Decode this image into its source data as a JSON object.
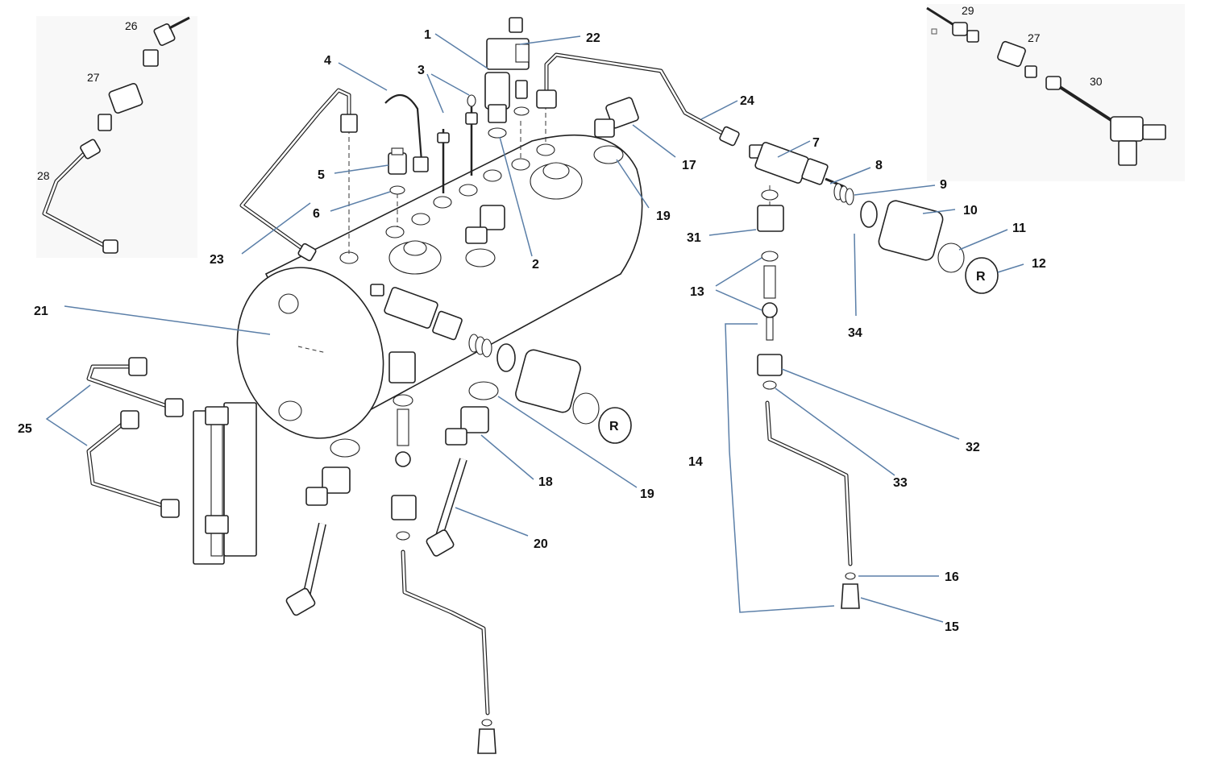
{
  "diagram": {
    "colors": {
      "line": "#222222",
      "leader": "#5b7fa8",
      "background": "#ffffff"
    },
    "part_labels": [
      {
        "id": "p1",
        "text": "1"
      },
      {
        "id": "p2",
        "text": "2"
      },
      {
        "id": "p3",
        "text": "3"
      },
      {
        "id": "p4",
        "text": "4"
      },
      {
        "id": "p5",
        "text": "5"
      },
      {
        "id": "p6",
        "text": "6"
      },
      {
        "id": "p7",
        "text": "7"
      },
      {
        "id": "p8",
        "text": "8"
      },
      {
        "id": "p9",
        "text": "9"
      },
      {
        "id": "p10",
        "text": "10"
      },
      {
        "id": "p11",
        "text": "11"
      },
      {
        "id": "p12",
        "text": "12"
      },
      {
        "id": "p13",
        "text": "13"
      },
      {
        "id": "p14",
        "text": "14"
      },
      {
        "id": "p15",
        "text": "15"
      },
      {
        "id": "p16",
        "text": "16"
      },
      {
        "id": "p17",
        "text": "17"
      },
      {
        "id": "p18",
        "text": "18"
      },
      {
        "id": "p19a",
        "text": "19"
      },
      {
        "id": "p19b",
        "text": "19"
      },
      {
        "id": "p20",
        "text": "20"
      },
      {
        "id": "p21",
        "text": "21"
      },
      {
        "id": "p22",
        "text": "22"
      },
      {
        "id": "p23",
        "text": "23"
      },
      {
        "id": "p24",
        "text": "24"
      },
      {
        "id": "p25",
        "text": "25"
      },
      {
        "id": "p26",
        "text": "26"
      },
      {
        "id": "p27a",
        "text": "27"
      },
      {
        "id": "p27b",
        "text": "27"
      },
      {
        "id": "p28",
        "text": "28"
      },
      {
        "id": "p29",
        "text": "29"
      },
      {
        "id": "p30",
        "text": "30"
      },
      {
        "id": "p31",
        "text": "31"
      },
      {
        "id": "p32",
        "text": "32"
      },
      {
        "id": "p33",
        "text": "33"
      },
      {
        "id": "p34",
        "text": "34"
      }
    ],
    "knob_emblem": "R"
  }
}
